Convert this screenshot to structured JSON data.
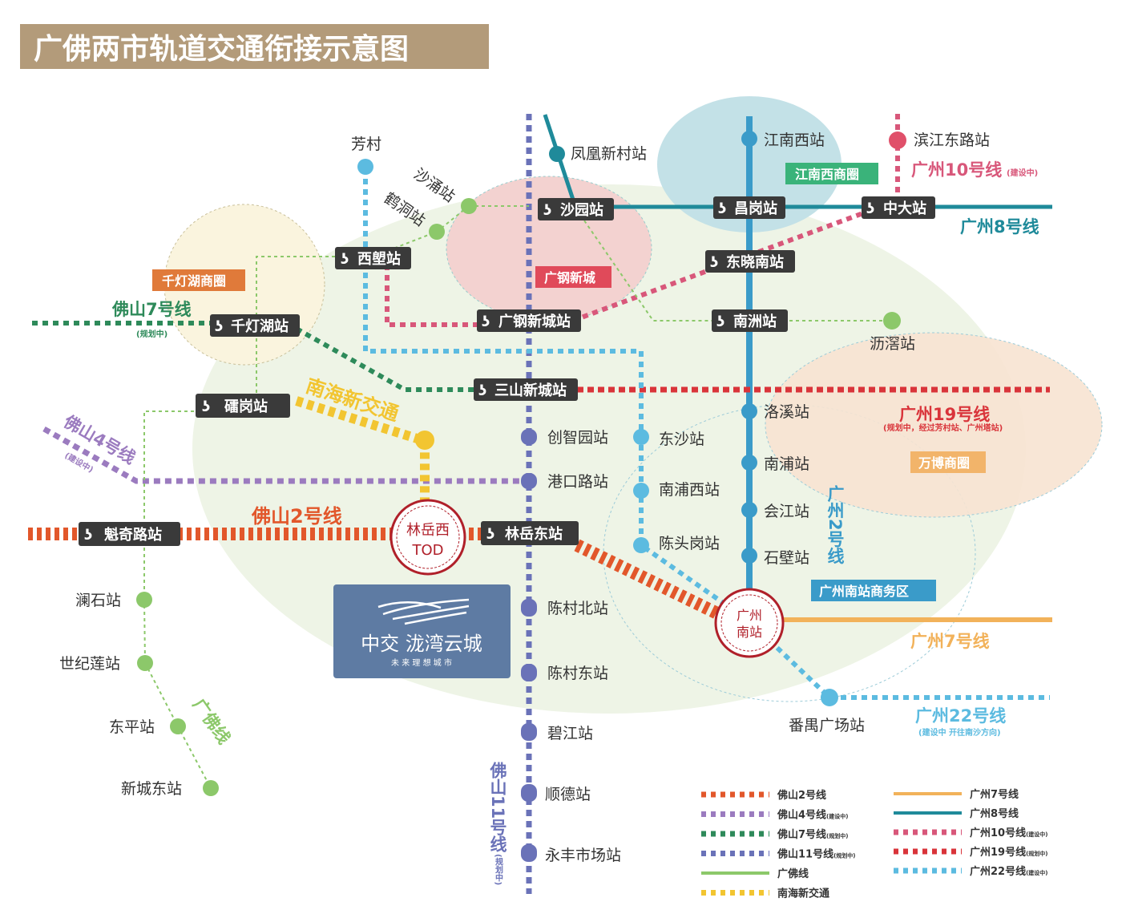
{
  "title": "广佛两市轨道交通衔接示意图",
  "colors": {
    "title_bg": "#b39b7a",
    "fs2": "#e2572b",
    "fs4": "#9b7bbf",
    "fs7": "#2e8a5a",
    "fs11": "#6a72b8",
    "guangfo": "#8cc86a",
    "nanhai": "#f2c531",
    "gz2": "#3a9bc9",
    "gz7": "#f2b25a",
    "gz8": "#1f8a9a",
    "gz10": "#d8577a",
    "gz19": "#d9343a",
    "gz22": "#5cbbe0"
  },
  "districts": {
    "jiangnanxi": "江南西商圈",
    "guanggang": "广钢新城",
    "qiandenghu": "千灯湖商圈",
    "wanbo": "万博商圈",
    "gzsouth": "广州南站商务区"
  },
  "transfer_stations": {
    "shayuan": "沙园站",
    "changgang": "昌岗站",
    "zhongda": "中大站",
    "dongxiaonan": "东晓南站",
    "xilang": "西塱站",
    "guanggangxincheng": "广钢新城站",
    "nanzhou": "南洲站",
    "qiandenghu": "千灯湖站",
    "sanshanxincheng": "三山新城站",
    "leigang": "礌岗站",
    "kuiqilu": "魁奇路站",
    "linyuedong": "林岳东站"
  },
  "stations": {
    "fangcun": "芳村",
    "fenghuangxincun": "凤凰新村站",
    "shachong": "沙涌站",
    "hedong": "鹤洞站",
    "jiangnanxi": "江南西站",
    "binjiangdonglu": "滨江东路站",
    "lijiao": "沥滘站",
    "chuangzhiyuan": "创智园站",
    "gangkoulu": "港口路站",
    "dongsha": "东沙站",
    "nanpuxi": "南浦西站",
    "chentougang": "陈头岗站",
    "luoxi": "洛溪站",
    "nanpu": "南浦站",
    "huijiang": "会江站",
    "shibi": "石壁站",
    "chencunbei": "陈村北站",
    "chencundong": "陈村东站",
    "bijiang": "碧江站",
    "shunde": "顺德站",
    "yongfeng": "永丰市场站",
    "lanshi": "澜石站",
    "shijilian": "世纪莲站",
    "dongping": "东平站",
    "xinchengdong": "新城东站",
    "panyu": "番禺广场站"
  },
  "hubs": {
    "linyuexi_1": "林岳西",
    "linyuexi_2": "TOD",
    "gzsouth_1": "广州",
    "gzsouth_2": "南站"
  },
  "line_labels": {
    "gz10": "广州10号线",
    "gz10_note": "(建设中)",
    "gz8": "广州8号线",
    "fs7": "佛山7号线",
    "fs7_note": "(规划中)",
    "nanhai": "南海新交通",
    "gz19": "广州19号线",
    "gz19_note": "(规划中，经过芳村站、广州塔站)",
    "fs4": "佛山4号线",
    "fs4_note": "(建设中)",
    "fs2": "佛山2号线",
    "gz2": "广州2号线",
    "gz7": "广州7号线",
    "gz22": "广州22号线",
    "gz22_note": "(建设中 开往南沙方向)",
    "guangfo": "广佛线",
    "fs11": "佛山11号线",
    "fs11_note": "(规划中)"
  },
  "promo": {
    "brand": "中交 泷湾云城",
    "slogan": "未 来 理 想 城 市"
  },
  "legend": [
    {
      "label": "佛山2号线",
      "note": "",
      "key": "fs2",
      "style": "dash"
    },
    {
      "label": "佛山4号线",
      "note": "(建设中)",
      "key": "fs4",
      "style": "dash"
    },
    {
      "label": "佛山7号线",
      "note": "(规划中)",
      "key": "fs7",
      "style": "dash"
    },
    {
      "label": "佛山11号线",
      "note": "(规划中)",
      "key": "fs11",
      "style": "dash"
    },
    {
      "label": "广佛线",
      "note": "",
      "key": "guangfo",
      "style": "solid"
    },
    {
      "label": "南海新交通",
      "note": "",
      "key": "nanhai",
      "style": "dash"
    },
    {
      "label": "广州7号线",
      "note": "",
      "key": "gz7",
      "style": "solid"
    },
    {
      "label": "广州8号线",
      "note": "",
      "key": "gz8",
      "style": "solid"
    },
    {
      "label": "广州10号线",
      "note": "(建设中)",
      "key": "gz10",
      "style": "dash"
    },
    {
      "label": "广州19号线",
      "note": "(规划中)",
      "key": "gz19",
      "style": "dash"
    },
    {
      "label": "广州22号线",
      "note": "(建设中)",
      "key": "gz22",
      "style": "dash"
    }
  ]
}
